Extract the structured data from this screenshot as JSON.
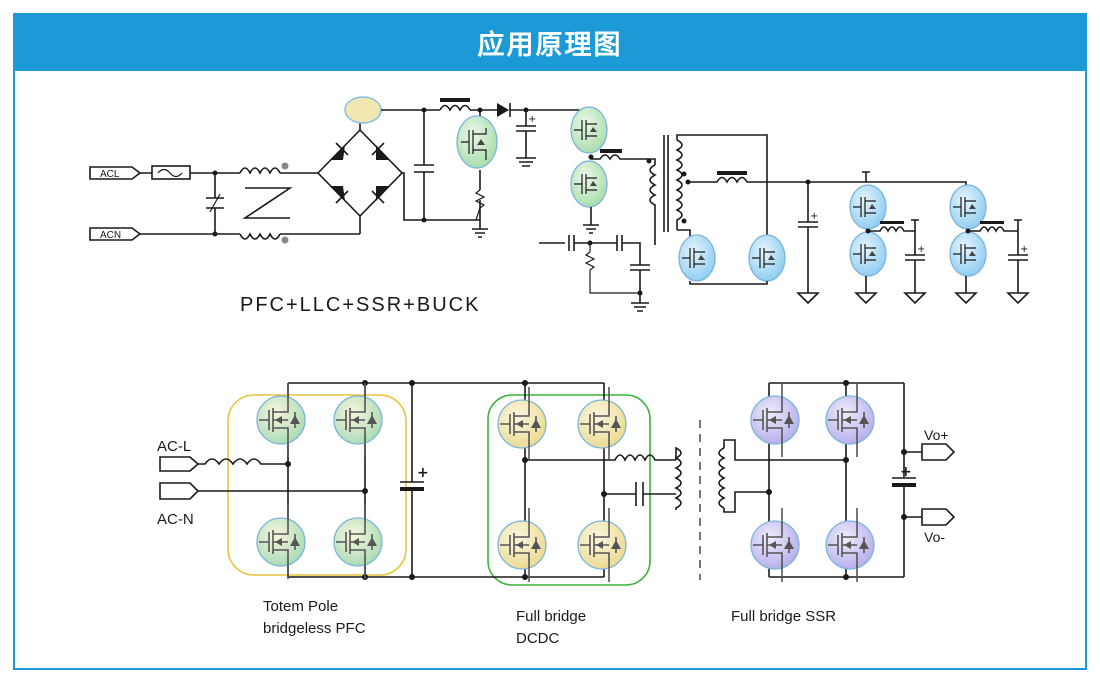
{
  "header": {
    "title": "应用原理图"
  },
  "top_circuit": {
    "caption": "PFC+LLC+SSR+BUCK",
    "input_labels": {
      "line": "ACL",
      "neutral": "ACN"
    }
  },
  "bottom_circuit": {
    "input_labels": {
      "line": "AC-L",
      "neutral": "AC-N"
    },
    "output_labels": {
      "positive": "Vo+",
      "negative": "Vo-"
    },
    "sections": [
      {
        "name": "Totem Pole bridgeless PFC",
        "lines": [
          "Totem Pole",
          "bridgeless PFC"
        ],
        "highlight_color": "#e8c43a"
      },
      {
        "name": "Full bridge DCDC",
        "lines": [
          "Full bridge",
          "DCDC"
        ],
        "highlight_color": "#3cb43c"
      },
      {
        "name": "Full bridge SSR",
        "lines": [
          "Full bridge SSR"
        ],
        "highlight_color": "#8a7fd6"
      }
    ]
  },
  "colors": {
    "accent": "#1b9ad6",
    "mosfet_green": "#bfe6c0",
    "mosfet_blue": "#a9d8f4",
    "mosfet_yellow": "#f2e7b0",
    "mosfet_purple": "#c9c3ee"
  }
}
